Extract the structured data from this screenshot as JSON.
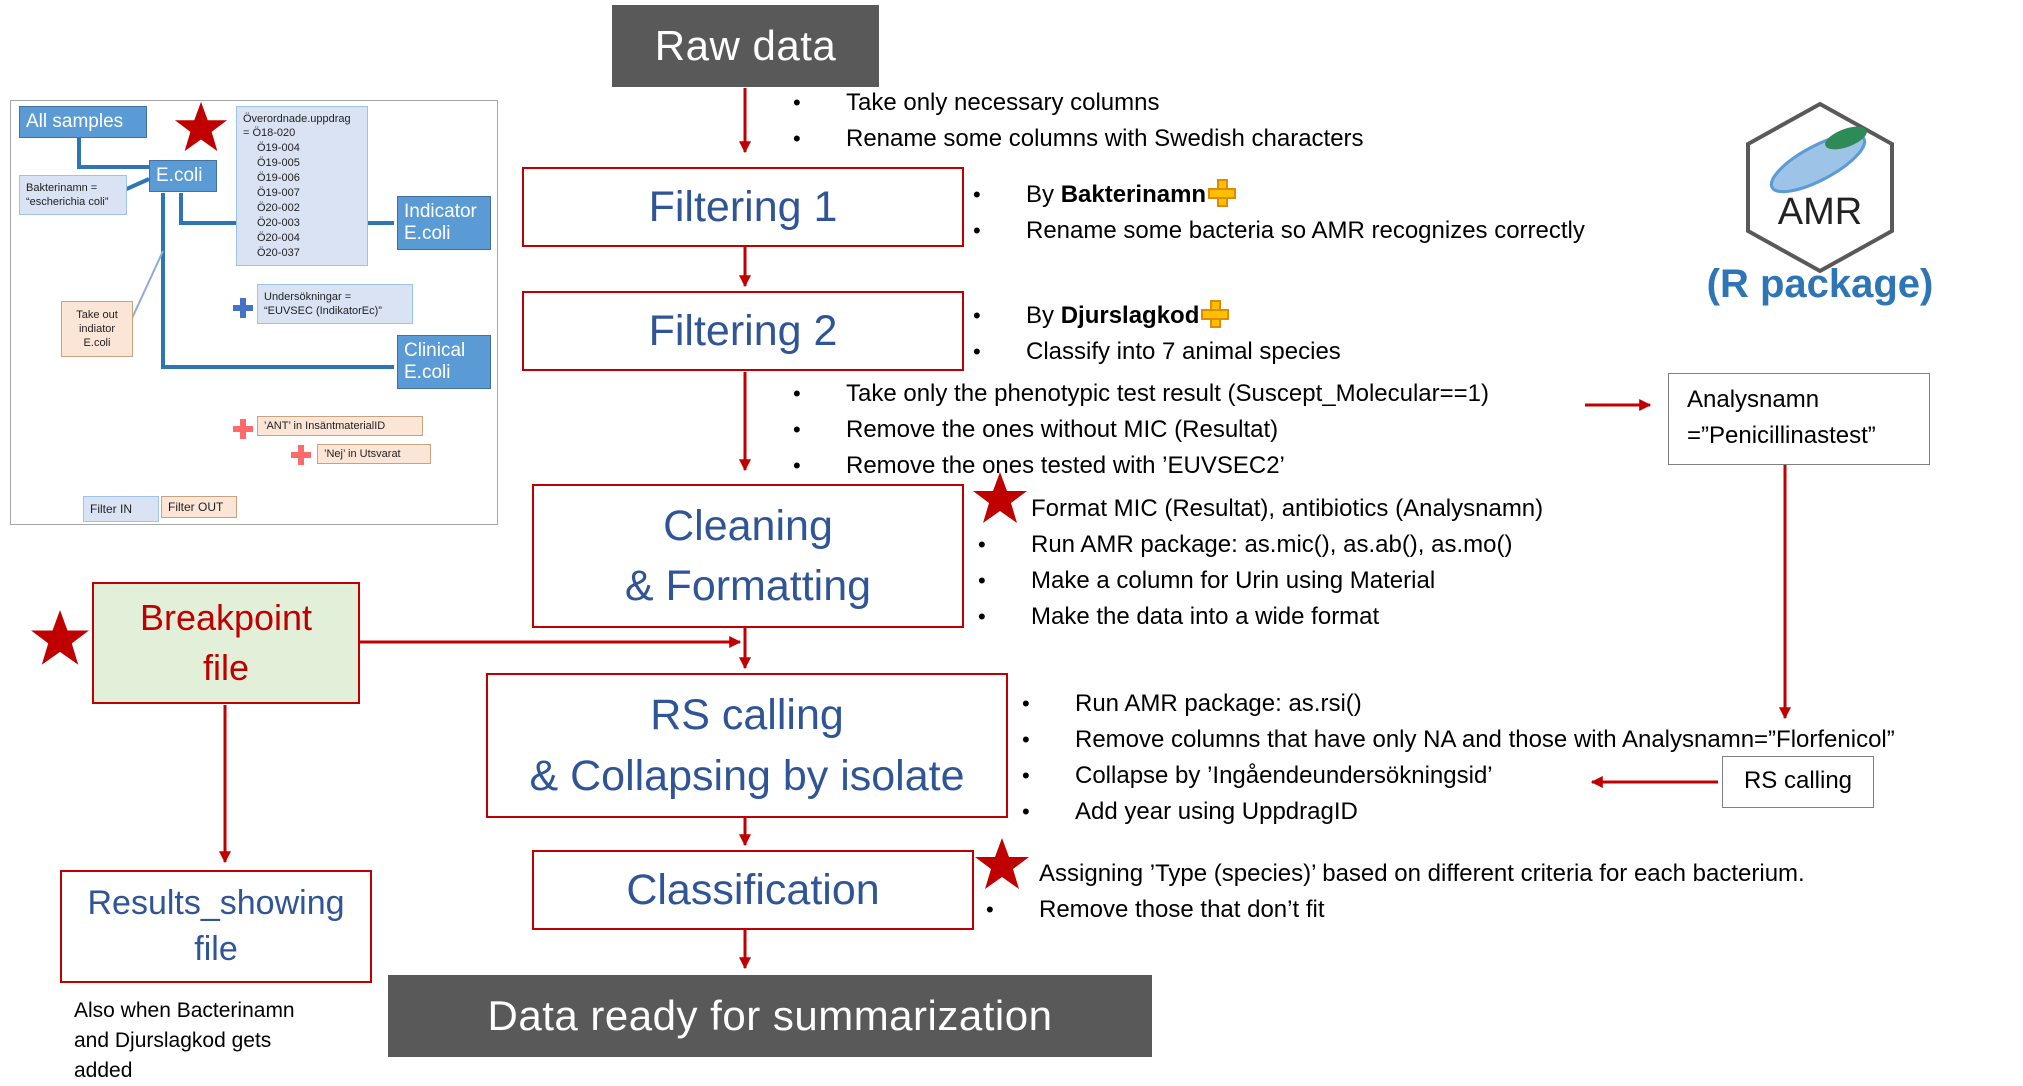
{
  "colors": {
    "dark_box": "#595959",
    "process_text": "#2f5597",
    "red": "#c00000",
    "breakpoint_fill": "#e2efd9",
    "plus_yellow": "#ffc000",
    "r_package": "#2e75b6"
  },
  "nodes": {
    "raw_data": "Raw data",
    "filtering1": "Filtering 1",
    "filtering2": "Filtering 2",
    "cleaning": {
      "line1": "Cleaning",
      "line2": "& Formatting"
    },
    "rs_calling": {
      "line1": "RS calling",
      "line2": "& Collapsing by isolate"
    },
    "classification": "Classification",
    "data_ready": "Data ready for summarization",
    "breakpoint": {
      "line1": "Breakpoint",
      "line2": "file"
    },
    "results": {
      "line1": "Results_showing",
      "line2": "file"
    },
    "analysnamn": {
      "line1": "Analysnamn",
      "line2": "=”Penicillinastest”"
    },
    "rs_box": "RS calling"
  },
  "bullets": {
    "raw": [
      "Take only necessary columns",
      "Rename some columns with Swedish characters"
    ],
    "f1": {
      "item1_prefix": "By ",
      "item1_bold": "Bakterinamn",
      "item2": "Rename some bacteria so AMR recognizes correctly"
    },
    "f2": {
      "item1_prefix": "By ",
      "item1_bold": "Djurslagkod",
      "item2": "Classify into 7 animal species"
    },
    "f2b": [
      "Take only the phenotypic test result (Suscept_Molecular==1)",
      "Remove the ones without MIC (Resultat)",
      "Remove the ones tested with ’EUVSEC2’"
    ],
    "clean": [
      "Format MIC (Resultat), antibiotics (Analysnamn)",
      "Run AMR package: as.mic(), as.ab(), as.mo()",
      "Make a column for Urin using Material",
      "Make the data into a wide format"
    ],
    "rs": [
      "Run AMR package: as.rsi()",
      "Remove columns that have only NA and those with Analysnamn=”Florfenicol”",
      "Collapse by ’Ingåendeundersökningsid’",
      "Add year using UppdragID"
    ],
    "class": [
      "Assigning ’Type (species)’  based on different criteria for each bacterium.",
      "Remove those that don’t fit"
    ]
  },
  "amr": {
    "logo_text": "AMR",
    "caption": "(R package)"
  },
  "note_lines": [
    "Also when Bacterinamn",
    "and Djurslagkod gets",
    "added"
  ],
  "thumbnail": {
    "all_samples": "All samples",
    "ecoli": "E.coli",
    "bakterinamn": [
      "Bakterinamn =",
      "“escherichia coli”"
    ],
    "overordnade_header": "Överordnade.uppdrag",
    "overordnade_items": [
      "= Ö18-020",
      "Ö19-004",
      "Ö19-005",
      "Ö19-006",
      "Ö19-007",
      "Ö20-002",
      "Ö20-003",
      "Ö20-004",
      "Ö20-037"
    ],
    "indicator": [
      "Indicator",
      "E.coli"
    ],
    "clinical": [
      "Clinical",
      "E.coli"
    ],
    "undersokningar": [
      "Undersökningar =",
      "“EUVSEC (IndikatorEc)”"
    ],
    "take_out": [
      "Take out",
      "indiator",
      "E.coli"
    ],
    "ant": "’ANT’ in InsäntmaterialID",
    "nej": "’Nej’ in Utsvarat",
    "filter_in": "Filter IN",
    "filter_out": "Filter OUT"
  }
}
